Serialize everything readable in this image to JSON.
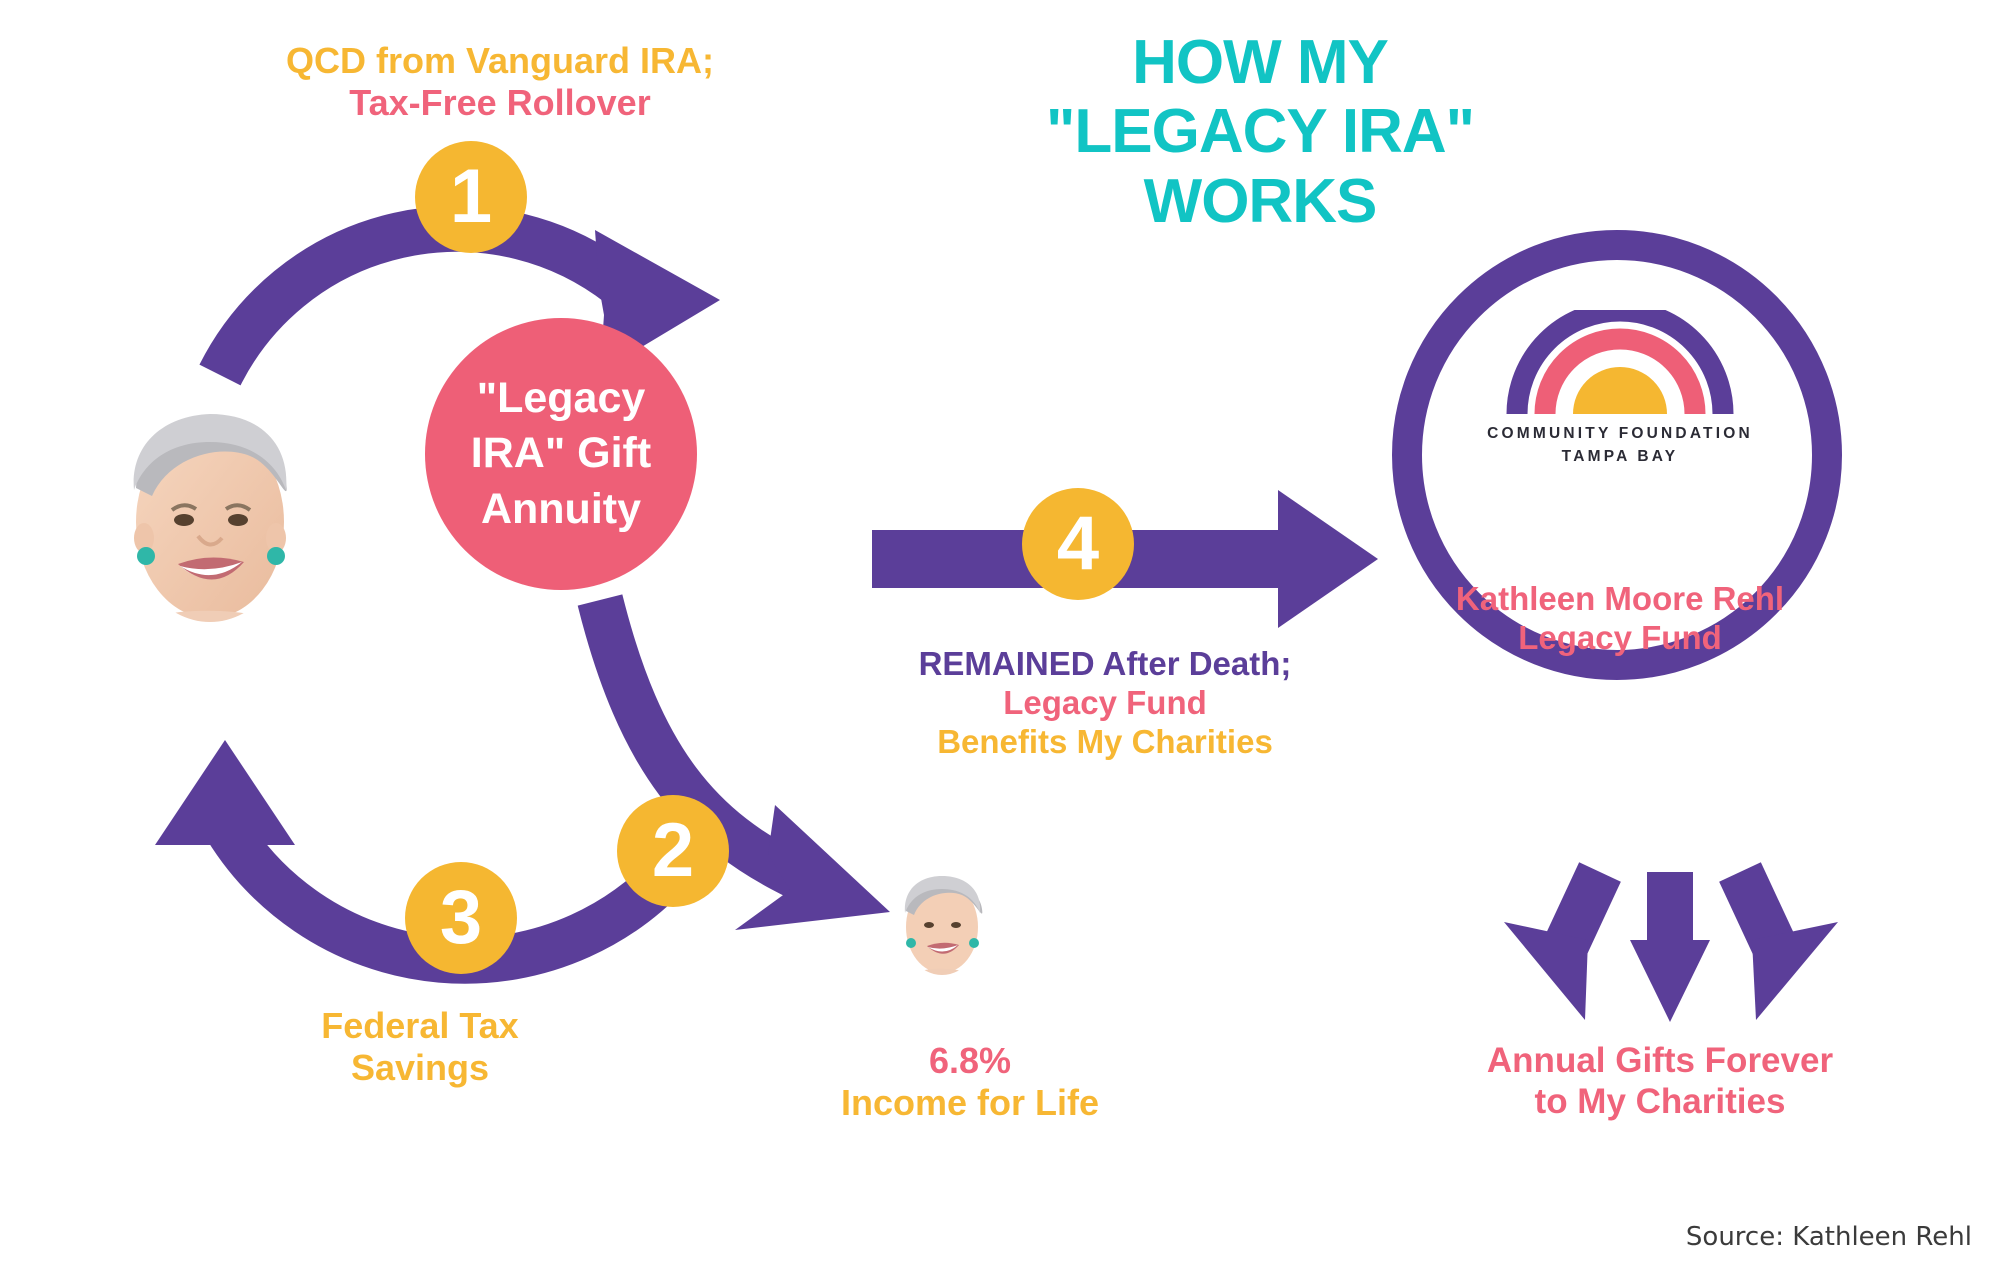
{
  "title": {
    "line1": "HOW MY",
    "line2": "\"LEGACY IRA\" WORKS",
    "color": "#11C4C4"
  },
  "colors": {
    "purple": "#5B3E99",
    "pink": "#EE5F77",
    "pink_text": "#F0637B",
    "amber": "#F5B731",
    "amber_text": "#F7B733",
    "teal": "#11C4C4",
    "background": "#FFFFFF"
  },
  "steps": [
    {
      "number": "1",
      "label_amber": "QCD from Vanguard IRA;",
      "label_pink": "Tax-Free Rollover"
    },
    {
      "number": "2",
      "label_pink": "6.8%",
      "label_amber": "Income for Life"
    },
    {
      "number": "3",
      "label_amber_line1": "Federal Tax",
      "label_amber_line2": "Savings"
    },
    {
      "number": "4",
      "label_purple": "REMAINED After Death;",
      "label_pink": "Legacy Fund",
      "label_amber": "Benefits My Charities"
    }
  ],
  "center_node": {
    "line1": "\"Legacy",
    "line2": "IRA\" Gift",
    "line3": "Annuity"
  },
  "step1_label": {
    "line1": "QCD from Vanguard IRA;",
    "line2": "Tax-Free Rollover"
  },
  "step2_label": {
    "line1": "6.8%",
    "line2": "Income for Life"
  },
  "step3_label": {
    "line1": "Federal Tax",
    "line2": "Savings"
  },
  "step4_label": {
    "line1": "REMAINED After Death;",
    "line2": "Legacy Fund",
    "line3": "Benefits My Charities"
  },
  "foundation": {
    "logo_name_line1": "COMMUNITY FOUNDATION",
    "logo_name_line2": "TAMPA BAY",
    "fund_line1": "Kathleen Moore Rehl",
    "fund_line2": "Legacy Fund"
  },
  "outcome_label": {
    "line1": "Annual Gifts Forever",
    "line2": "to My Charities"
  },
  "source": "Source: Kathleen Rehl"
}
